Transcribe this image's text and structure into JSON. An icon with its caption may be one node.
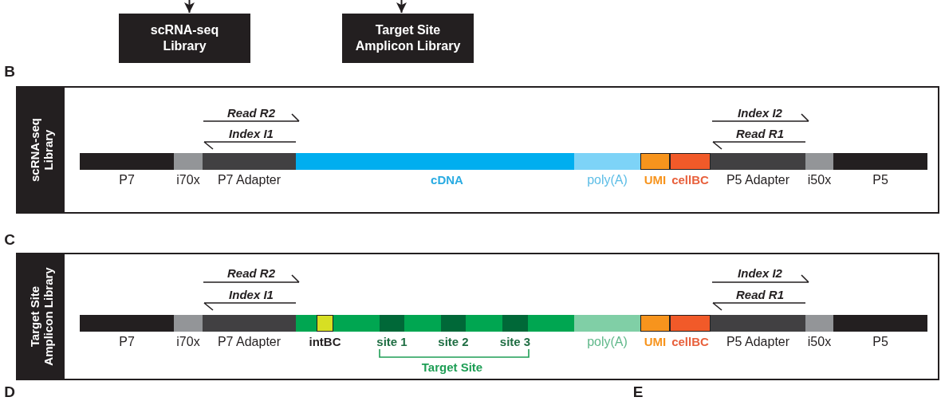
{
  "diagram": {
    "nodes": [
      {
        "text": [
          "scRNA-seq Library"
        ]
      },
      {
        "text": [
          "Target Site Amplicon Library"
        ]
      },
      {
        "text": [
          "scRNA-seq Library"
        ]
      },
      {
        "text": [
          "P7"
        ],
        "in": 2
      },
      {
        "text": [
          "i70x"
        ],
        "in": 2
      },
      {
        "text": [
          "P7 Adapter"
        ],
        "in": 2
      },
      {
        "text": [
          "cDNA"
        ],
        "in": 2
      },
      {
        "text": [
          "poly(A)"
        ],
        "in": 2
      },
      {
        "text": [
          "UMI"
        ],
        "in": 2
      },
      {
        "text": [
          "cellBC"
        ],
        "in": 2
      },
      {
        "text": [
          "P5 Adapter"
        ],
        "in": 2
      },
      {
        "text": [
          "i50x"
        ],
        "in": 2
      },
      {
        "text": [
          "P5"
        ],
        "in": 2
      },
      {
        "text": [
          "Target Site Amplicon Library"
        ]
      },
      {
        "text": [
          "P7"
        ],
        "in": 13
      },
      {
        "text": [
          "i70x"
        ],
        "in": 13
      },
      {
        "text": [
          "P7 Adapter"
        ],
        "in": 13
      },
      {
        "text": [],
        "shape": "bar",
        "in": 13
      },
      {
        "text": [
          "intBC"
        ],
        "in": 17
      },
      {
        "text": [
          "site 1"
        ],
        "in": 17
      },
      {
        "text": [
          "site 2"
        ],
        "in": 17
      },
      {
        "text": [
          "site 3"
        ],
        "in": 17
      },
      {
        "text": [
          "poly(A)"
        ],
        "in": 13
      },
      {
        "text": [
          "UMI"
        ],
        "in": 13
      },
      {
        "text": [
          "cellBC"
        ],
        "in": 13
      },
      {
        "text": [
          "P5 Adapter"
        ],
        "in": 13
      },
      {
        "text": [
          "i50x"
        ],
        "in": 13
      },
      {
        "text": [
          "P5"
        ],
        "in": 13
      }
    ],
    "edges": [
      {
        "from": null,
        "to": 0,
        "arrow": "to"
      },
      {
        "from": null,
        "to": 1,
        "arrow": "to"
      }
    ],
    "labels": [
      "B",
      "Read R2",
      "Index I2",
      "Index I1",
      "Read R1",
      "C",
      "Read R2",
      "Index I2",
      "Index I1",
      "Read R1",
      "Target Site",
      "D",
      "E"
    ]
  }
}
